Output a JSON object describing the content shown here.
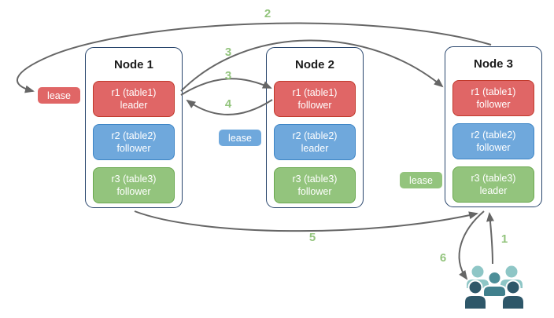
{
  "diagram": {
    "nodes": [
      {
        "name": "Node 1",
        "replicas": [
          {
            "label": "r1 (table1)",
            "role": "leader"
          },
          {
            "label": "r2 (table2)",
            "role": "follower"
          },
          {
            "label": "r3 (table3)",
            "role": "follower"
          }
        ]
      },
      {
        "name": "Node 2",
        "replicas": [
          {
            "label": "r1 (table1)",
            "role": "follower"
          },
          {
            "label": "r2 (table2)",
            "role": "leader"
          },
          {
            "label": "r3 (table3)",
            "role": "follower"
          }
        ]
      },
      {
        "name": "Node 3",
        "replicas": [
          {
            "label": "r1 (table1)",
            "role": "follower"
          },
          {
            "label": "r2 (table2)",
            "role": "follower"
          },
          {
            "label": "r3 (table3)",
            "role": "leader"
          }
        ]
      }
    ],
    "leases": [
      {
        "label": "lease",
        "color_name": "red"
      },
      {
        "label": "lease",
        "color_name": "blue"
      },
      {
        "label": "lease",
        "color_name": "green"
      }
    ],
    "arrow_labels": [
      {
        "text": "2"
      },
      {
        "text": "3"
      },
      {
        "text": "3"
      },
      {
        "text": "4"
      },
      {
        "text": "5"
      },
      {
        "text": "6"
      },
      {
        "text": "1"
      }
    ],
    "icons": [
      {
        "name": "users-group-icon"
      }
    ],
    "colors": {
      "replica_red_fill": "#e06666",
      "replica_red_border": "#c0392b",
      "replica_blue_fill": "#6fa8dc",
      "replica_blue_border": "#3d85c6",
      "replica_green_fill": "#93c47d",
      "replica_green_border": "#6aa84f",
      "node_border": "#28456c",
      "arrow": "#666666",
      "label_green": "#93c47d",
      "users_light_teal": "#8ec6c6",
      "users_medium_teal": "#4d8e98",
      "users_dark_slate": "#2e5769"
    }
  }
}
